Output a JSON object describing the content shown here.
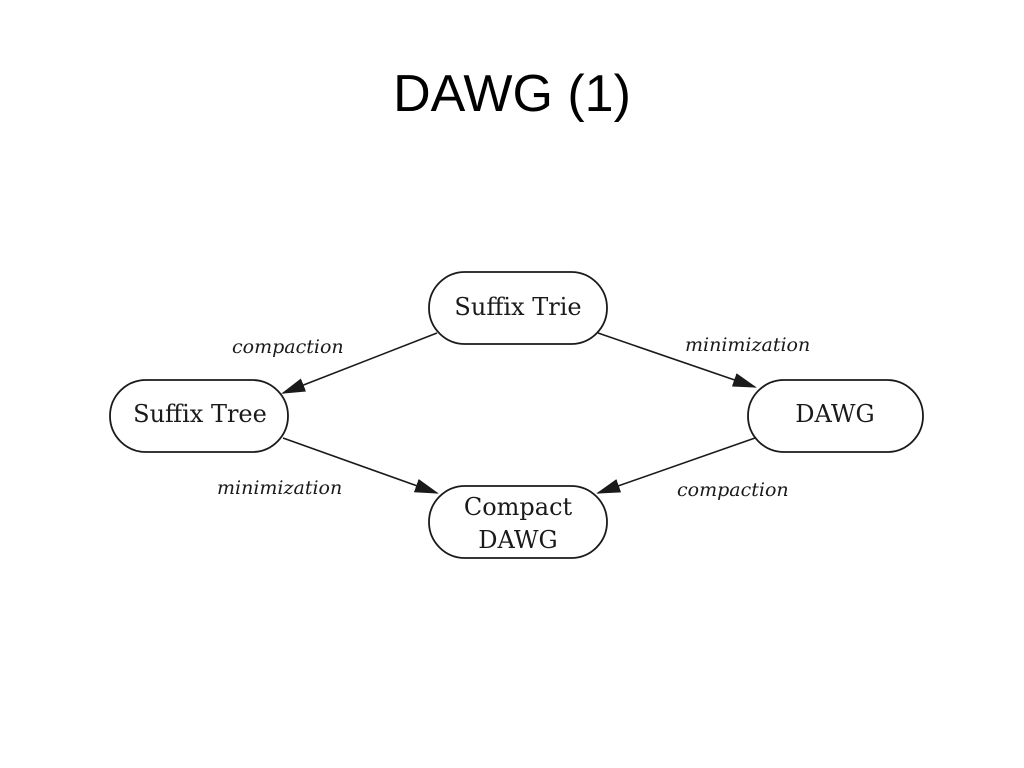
{
  "slide": {
    "title": "DAWG (1)"
  },
  "diagram": {
    "nodes": {
      "suffix_trie": "Suffix Trie",
      "suffix_tree": "Suffix Tree",
      "dawg": "DAWG",
      "compact_dawg_line1": "Compact",
      "compact_dawg_line2": "DAWG"
    },
    "edges": {
      "trie_to_tree": "compaction",
      "trie_to_dawg": "minimization",
      "tree_to_compact": "minimization",
      "dawg_to_compact": "compaction"
    }
  },
  "colors": {
    "ink": "#1a1a1a",
    "background": "#ffffff"
  }
}
